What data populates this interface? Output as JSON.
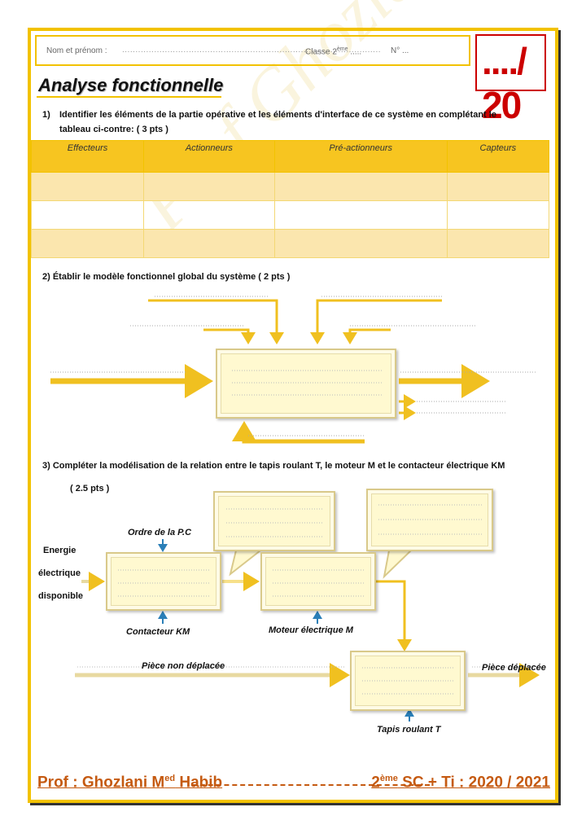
{
  "header": {
    "name_label": "Nom et prénom :",
    "class_label": "Classe 2",
    "class_sup": "ème",
    "class_dots": ".....",
    "num_label": "N° ..."
  },
  "score": {
    "text": "..../ 20"
  },
  "title": "Analyse fonctionnelle",
  "q1": {
    "number": "1)",
    "text_line1": "Identifier les éléments de la partie opérative et les éléments d'interface de ce système en complétant le",
    "text_line2": "tableau ci-contre: ( 3 pts )",
    "table_headers": [
      "Effecteurs",
      "Actionneurs",
      "Pré-actionneurs",
      "Capteurs"
    ]
  },
  "q2": {
    "text": "2) Établir le modèle fonctionnel global du système  ( 2 pts )"
  },
  "q3": {
    "text": "3)  Compléter la modélisation de la relation entre le tapis roulant T, le moteur M et le contacteur électrique KM",
    "points": "( 2.5 pts )",
    "labels": {
      "ordre": "Ordre de la P.C",
      "energie": "Energie",
      "electrique": "électrique",
      "disponible": "disponible",
      "contacteur": "Contacteur KM",
      "moteur": "Moteur électrique M",
      "piece_non": "Pièce non déplacée",
      "piece_dep": "Pièce déplacée",
      "tapis": "Tapis roulant T"
    }
  },
  "footer": {
    "left": "Prof : Ghozlani M",
    "left_sup": "ed",
    "left_end": " Habib",
    "right": "2",
    "right_sup": "ème",
    "right_end": " SC + Ti : 2020 / 2021"
  },
  "watermark": "Prof Ghozlani Mohamed Habib",
  "colors": {
    "accent": "#f2c200",
    "arrow": "#f0c020",
    "footer": "#c55a11",
    "score": "#cc0000"
  }
}
